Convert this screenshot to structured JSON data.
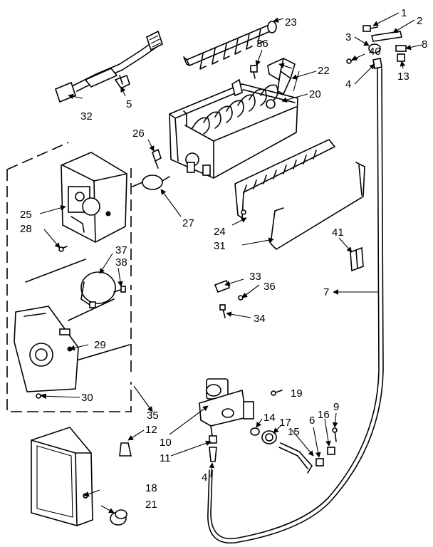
{
  "labels": [
    {
      "id": "1",
      "text": "1"
    },
    {
      "id": "2",
      "text": "2"
    },
    {
      "id": "3",
      "text": "3"
    },
    {
      "id": "4a",
      "text": "4"
    },
    {
      "id": "4b",
      "text": "4"
    },
    {
      "id": "5",
      "text": "5"
    },
    {
      "id": "6",
      "text": "6"
    },
    {
      "id": "7",
      "text": "7"
    },
    {
      "id": "8",
      "text": "8"
    },
    {
      "id": "9",
      "text": "9"
    },
    {
      "id": "10",
      "text": "10"
    },
    {
      "id": "11",
      "text": "11"
    },
    {
      "id": "12",
      "text": "12"
    },
    {
      "id": "13",
      "text": "13"
    },
    {
      "id": "14",
      "text": "14"
    },
    {
      "id": "15",
      "text": "15"
    },
    {
      "id": "16",
      "text": "16"
    },
    {
      "id": "17",
      "text": "17"
    },
    {
      "id": "18",
      "text": "18"
    },
    {
      "id": "19",
      "text": "19"
    },
    {
      "id": "20",
      "text": "20"
    },
    {
      "id": "21",
      "text": "21"
    },
    {
      "id": "22",
      "text": "22"
    },
    {
      "id": "23",
      "text": "23"
    },
    {
      "id": "24",
      "text": "24"
    },
    {
      "id": "25",
      "text": "25"
    },
    {
      "id": "26",
      "text": "26"
    },
    {
      "id": "27",
      "text": "27"
    },
    {
      "id": "28",
      "text": "28"
    },
    {
      "id": "29",
      "text": "29"
    },
    {
      "id": "30",
      "text": "30"
    },
    {
      "id": "31",
      "text": "31"
    },
    {
      "id": "32",
      "text": "32"
    },
    {
      "id": "33",
      "text": "33"
    },
    {
      "id": "34",
      "text": "34"
    },
    {
      "id": "35",
      "text": "35"
    },
    {
      "id": "36a",
      "text": "36"
    },
    {
      "id": "36b",
      "text": "36"
    },
    {
      "id": "37",
      "text": "37"
    },
    {
      "id": "38",
      "text": "38"
    },
    {
      "id": "40",
      "text": "40"
    },
    {
      "id": "41",
      "text": "41"
    }
  ]
}
